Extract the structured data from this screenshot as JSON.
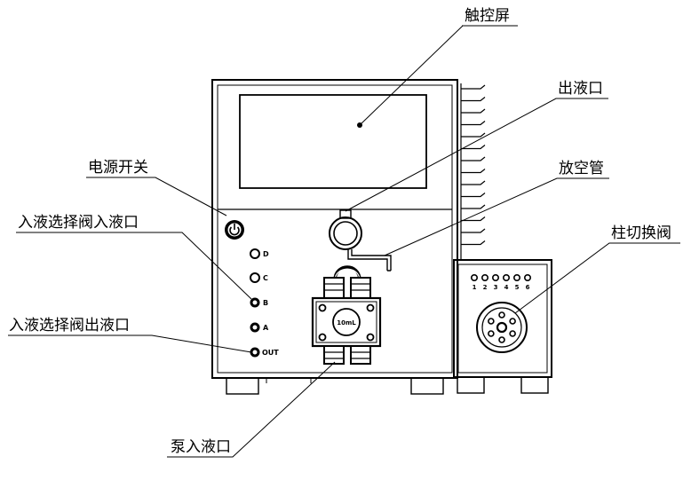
{
  "labels": {
    "touchscreen": "触控屏",
    "outlet": "出液口",
    "vent_tube": "放空管",
    "power_switch": "电源开关",
    "inlet_valve_inlet": "入液选择阀入液口",
    "inlet_valve_outlet": "入液选择阀出液口",
    "column_switch_valve": "柱切换阀",
    "pump_inlet": "泵入液口"
  },
  "ports": {
    "d": "D",
    "c": "C",
    "b": "B",
    "a": "A",
    "out": "OUT"
  },
  "pump_head_label": "10mL",
  "column_valve_ports": [
    "1",
    "2",
    "3",
    "4",
    "5",
    "6"
  ]
}
